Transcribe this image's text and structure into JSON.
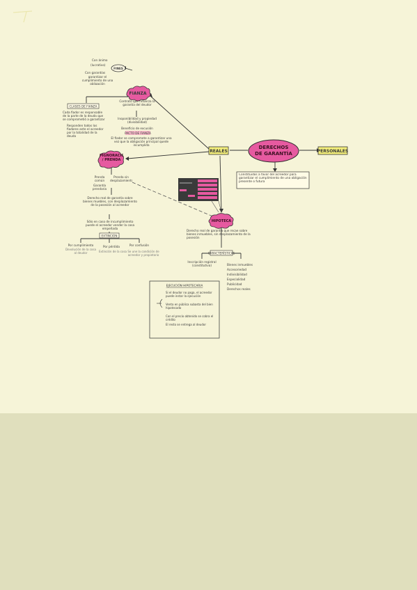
{
  "central": "DERECHOS DE GARANTÍA",
  "reales": "REALES",
  "personales": "PERSONALES",
  "personales_desc": "Constituidos a favor del acreedor para garantizar el cumplimiento de una obligación presente o futura",
  "fianza": {
    "label": "FIANZA",
    "fines": "FINES",
    "fines_notes": [
      "Con ánimo",
      "(lucrativo)",
      "Con garantías"
    ],
    "fines_desc": "garantizar el cumplimiento de una obligación",
    "desc": "Contrato que refuerza la garantía del deudor",
    "nota_a": "Inoponibilidad y propiedad (divisibilidad)",
    "nota_b": "Beneficio de excusión",
    "tag": "PACTO DE FIANZA",
    "nota_c": "El fiador se compromete a garantizar una vez que la obligación principal quede incumplida",
    "clase_label": "CLASES DE FIANZA",
    "clase_desc": "Cada fiador es responsable de la parte de la deuda que se comprometió a garantizar",
    "clase_detail": "Responden todos los fiadores ante el acreedor por la totalidad de la deuda"
  },
  "prenda": {
    "label": "PIGNORACIÓN / PRENDA",
    "left": "Prenda común",
    "right": "Prenda sin desplazamiento",
    "center": "Garantía prendaria",
    "desc": "Derecho real de garantía sobre bienes muebles, con desplazamiento de la posesión al acreedor",
    "desc2": "Sólo en caso de incumplimiento puede el acreedor vender la cosa empeñada",
    "tag": "EXTINCIÓN",
    "items": [
      {
        "h": "Por cumplimiento",
        "d": "Devolución de la cosa al deudor"
      },
      {
        "h": "Por pérdida",
        "d": "Extinción de la cosa"
      },
      {
        "h": "Por confusión",
        "d": "Se une la condición de acreedor y propietario"
      }
    ]
  },
  "hipoteca": {
    "label": "HIPOTECA",
    "desc": "Derecho real de garantía que recae sobre bienes inmuebles, sin desplazamiento de la posesión",
    "tag": "CARACTERÍSTICAS",
    "left": "Inscripción registral (constitutiva)",
    "right": [
      "Bienes inmuebles",
      "Accesoriedad",
      "Indivisibilidad",
      "Especialidad",
      "Publicidad",
      "Derechos reales"
    ],
    "box_title": "EJECUCIÓN HIPOTECARIA",
    "box_lines": [
      "Si el deudor no paga, el acreedor puede instar la ejecución",
      "Venta en pública subasta del bien hipotecado",
      "Con el precio obtenido se cobra el crédito",
      "El resto se entrega al deudor"
    ]
  },
  "colors": {
    "pink": "#e65aa0",
    "yellow": "#f3ee7a",
    "background": "#f6f4d8",
    "band": "#e0dfbd"
  }
}
